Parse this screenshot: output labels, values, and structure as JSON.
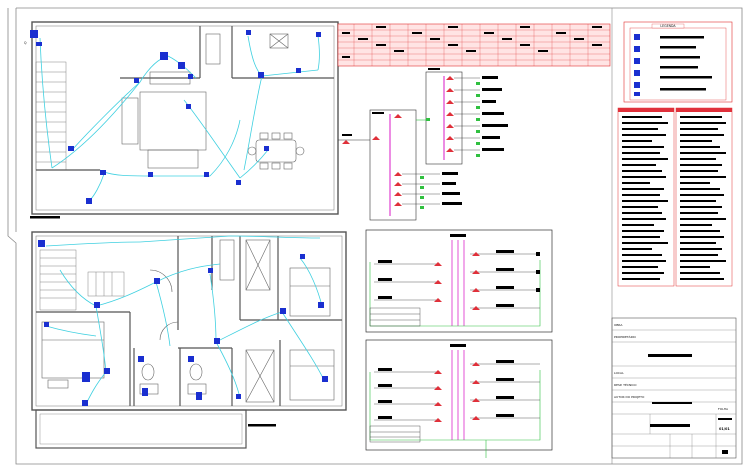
{
  "sheet": {
    "colors": {
      "wall": "#555555",
      "conduit": "#3fd0e0",
      "device": "#1a2fd0",
      "table_fill": "#ff5a5a",
      "panel_red": "#e0303a",
      "bus_magenta": "#e040d0",
      "ground_green": "#30c040",
      "border": "#888888",
      "redacted": "#000000"
    },
    "plans": {
      "upper": {
        "name": "upper-floor-plan",
        "scale_note": ""
      },
      "lower": {
        "name": "lower-floor-plan",
        "scale_note": ""
      }
    },
    "load_table": {
      "title": "",
      "visible": true
    },
    "legend": {
      "title": "LEGENDA",
      "items": 6
    },
    "notes": {
      "left_title": "",
      "right_title": ""
    },
    "title_block": {
      "rows": [
        {
          "label": "OBRA",
          "value": ""
        },
        {
          "label": "PROPRIETÁRIO",
          "value": ""
        },
        {
          "label": "LOCAL",
          "value": ""
        },
        {
          "label": "RESP. TÉCNICO",
          "value": ""
        },
        {
          "label": "AUTOR DO PROJETO",
          "value": ""
        },
        {
          "label": "FOLHA",
          "value": "01/01"
        }
      ],
      "sheet_number": "01"
    }
  }
}
